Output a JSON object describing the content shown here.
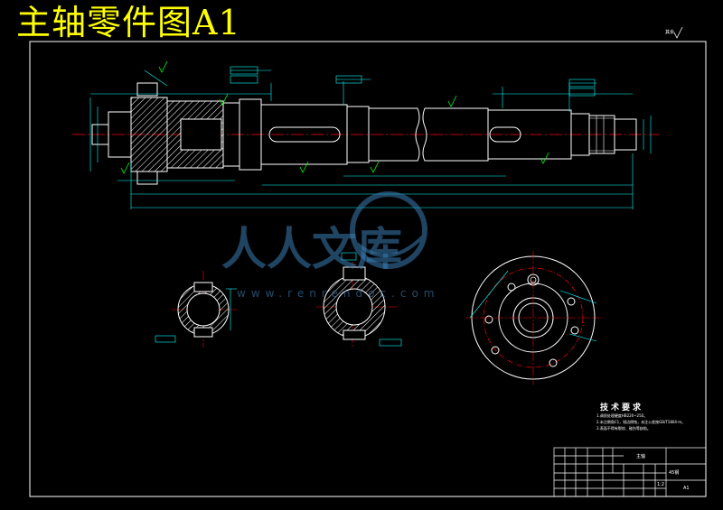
{
  "title": "主轴零件图A1",
  "roughness_note": "其余",
  "tech_requirements": {
    "heading": "技术要求",
    "lines": [
      "1.调质处理硬度HB220~250。",
      "2.未注倒角C1，锐边倒钝，未注公差按GB/T1804-m。",
      "3.表面不得有裂纹、碰伤等缺陷。"
    ]
  },
  "title_block": {
    "part_name": "主轴",
    "material": "45钢",
    "scale": "1:2",
    "sheet": "A1"
  },
  "watermark": {
    "text": "人人文库",
    "url": "www.renrendoc.com"
  },
  "colors": {
    "background": "#000000",
    "outline": "#ffffff",
    "dimension": "#00ffff",
    "centerline": "#ff0000",
    "annotation": "#00ff00",
    "title": "#ffff00"
  }
}
